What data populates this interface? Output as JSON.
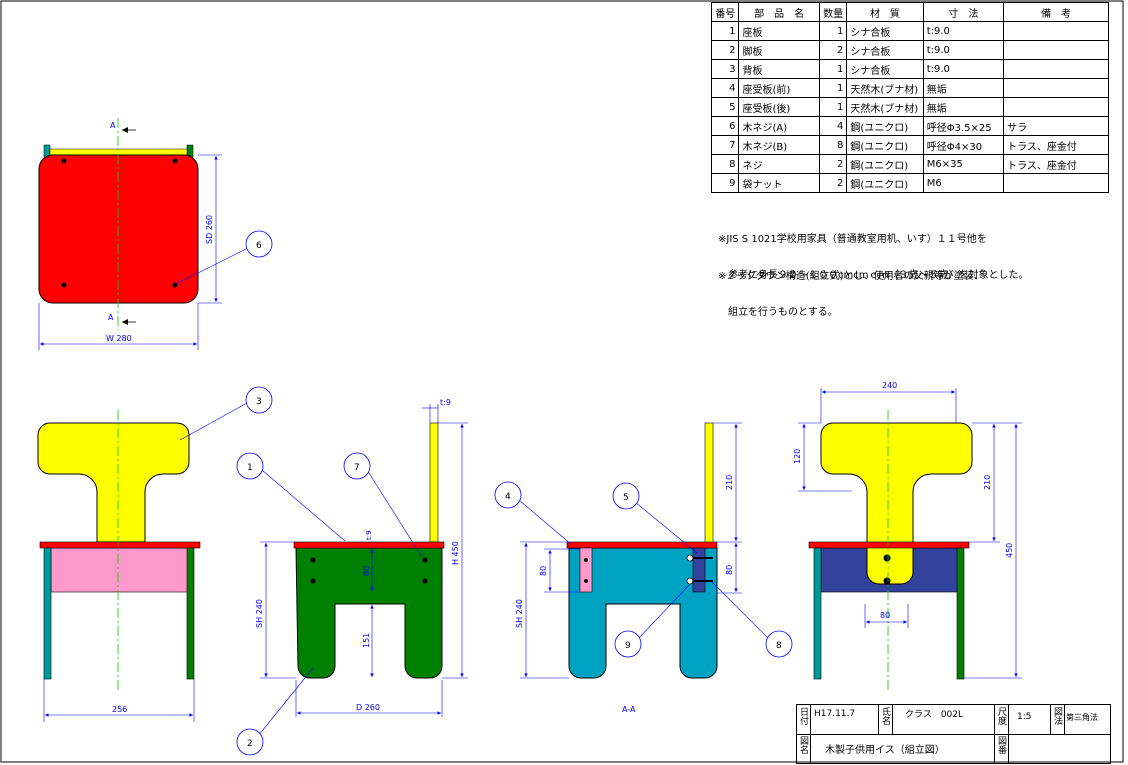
{
  "parts_table": {
    "headers": [
      "番号",
      "部　品　名",
      "数量",
      "材　質",
      "寸　法",
      "備　考"
    ],
    "rows": [
      [
        "1",
        "座板",
        "1",
        "シナ合板",
        "t:9.0",
        ""
      ],
      [
        "2",
        "脚板",
        "2",
        "シナ合板",
        "t:9.0",
        ""
      ],
      [
        "3",
        "背板",
        "1",
        "シナ合板",
        "t:9.0",
        ""
      ],
      [
        "4",
        "座受板(前)",
        "1",
        "天然木(ブナ材)",
        "無垢",
        ""
      ],
      [
        "5",
        "座受板(後)",
        "1",
        "天然木(ブナ材)",
        "無垢",
        ""
      ],
      [
        "6",
        "木ネジ(A)",
        "4",
        "鋼(ユニクロ)",
        "呼径Φ3.5×25",
        "サラ"
      ],
      [
        "7",
        "木ネジ(B)",
        "8",
        "鋼(ユニクロ)",
        "呼径Φ4×30",
        "トラス、座金付"
      ],
      [
        "8",
        "ネジ",
        "2",
        "鋼(ユニクロ)",
        "M6×35",
        "トラス、座金付"
      ],
      [
        "9",
        "袋ナット",
        "2",
        "鋼(ユニクロ)",
        "M6",
        ""
      ]
    ]
  },
  "notes": {
    "note1_line1": "※JIS S 1021学校用家具（普通教室用机、いす）１１号他を",
    "note1_line2": "　参考に身長９０～１００cmcmｃｍ（３歳～５歳）を対象とした。",
    "note2_line1": "※ノックダウン構造(組立式)とし、使用者の父親等が塗装、",
    "note2_line2": "　組立を行うものとする。"
  },
  "dimensions": {
    "w280": "W 280",
    "sd260": "SD 260",
    "section_a": "A",
    "d256": "256",
    "tab_t9": "t:9",
    "h450": "H 450",
    "sh240_mid": "SH 240",
    "d260": "D 260",
    "t9_small": "t:9",
    "dim80_mid": "80",
    "dim151": "151",
    "dim80_a": "80",
    "sh240_a": "SH 240",
    "dim210_a": "210",
    "dim80_b": "80",
    "section_label": "A-A",
    "dim240": "240",
    "dim120": "120",
    "dim210_r": "210",
    "dim450_r": "450",
    "dim80_r": "80"
  },
  "balloons": {
    "b1": "1",
    "b2": "2",
    "b3": "3",
    "b4": "4",
    "b5": "5",
    "b6": "6",
    "b7": "7",
    "b8": "8",
    "b9": "9"
  },
  "title_block": {
    "date_label": "日付",
    "date_value": "H17.11.7",
    "name_label": "氏名",
    "name_value": "クラス　002L",
    "scale_label": "尺度",
    "scale_value": "1:5",
    "method_label": "図法",
    "method_value": "第三角法",
    "drawing_name_label": "図名",
    "drawing_name_value": "木製子供用イス（組立図）",
    "drawing_no_label": "図番"
  },
  "colors": {
    "seat": "#ff0000",
    "seat_edge": "#c40000",
    "back": "#ffff00",
    "leg_green": "#008000",
    "leg_cyan": "#00a2c2",
    "apron_pink": "#ff99cc",
    "apron_blue": "#33429a",
    "teal_leg": "#009999",
    "centerline": "#00cc00",
    "dim_line": "#0000ff"
  }
}
